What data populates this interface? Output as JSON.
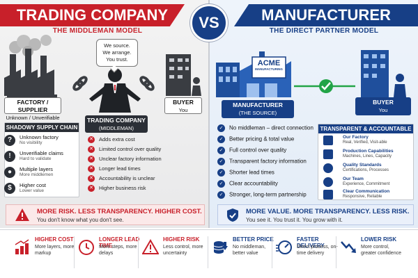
{
  "left": {
    "title": "TRADING COMPANY",
    "subtitle": "THE MIDDLEMAN MODEL",
    "speech": [
      "We source.",
      "We arrange.",
      "You trust."
    ],
    "factory_label": "FACTORY / SUPPLIER",
    "factory_sub": "Unknown / Unverifiable",
    "middleman_label": "TRADING COMPANY",
    "middleman_sub": "(MIDDLEMAN)",
    "buyer_label": "BUYER",
    "buyer_sub": "You",
    "chain_title": "SHADOWY SUPPLY CHAIN",
    "chain": [
      {
        "icon": "question-icon",
        "title": "Unknown factory",
        "sub": "No visibility"
      },
      {
        "icon": "warning-icon",
        "title": "Unverifiable claims",
        "sub": "Hard to validate"
      },
      {
        "icon": "people-icon",
        "title": "Multiple layers",
        "sub": "More middlemen"
      },
      {
        "icon": "dollar-icon",
        "title": "Higher cost",
        "sub": "Lower value"
      }
    ],
    "risks": [
      "Adds extra cost",
      "Limited control over quality",
      "Unclear factory information",
      "Longer lead times",
      "Accountability is unclear",
      "Higher business risk"
    ],
    "alert_title": "MORE RISK. LESS TRANSPARENCY. HIGHER COST.",
    "alert_sub": "You don't know what you don't see."
  },
  "vs": "VS",
  "right": {
    "title": "MANUFACTURER",
    "subtitle": "THE DIRECT PARTNER MODEL",
    "sign_line1": "ACME",
    "sign_line2": "MANUFACTURING",
    "source_label": "MANUFACTURER",
    "source_sub": "(THE SOURCE)",
    "buyer_label": "BUYER",
    "buyer_sub": "You",
    "benefits": [
      "No middleman – direct connection",
      "Better pricing & total value",
      "Full control over quality",
      "Transparent factory information",
      "Shorter lead times",
      "Clear accountability",
      "Stronger, long-term partnership"
    ],
    "ta_title": "TRANSPARENT & ACCOUNTABLE",
    "ta": [
      {
        "icon": "factory-icon",
        "title": "Our Factory",
        "sub": "Real, Verified, Visit-able"
      },
      {
        "icon": "chart-icon",
        "title": "Production Capabilities",
        "sub": "Machines, Lines, Capacity"
      },
      {
        "icon": "certificate-icon",
        "title": "Quality Standards",
        "sub": "Certifications, Processes"
      },
      {
        "icon": "team-icon",
        "title": "Our Team",
        "sub": "Experience, Commitment"
      },
      {
        "icon": "chat-icon",
        "title": "Clear Communication",
        "sub": "Responsive, Reliable"
      }
    ],
    "alert_title": "MORE VALUE. MORE TRANSPARENCY. LESS RISK.",
    "alert_sub": "You see it. You trust it. You grow with it."
  },
  "bottom": [
    {
      "icon": "cost-up-icon",
      "title": "HIGHER COST",
      "sub": "More layers, more markup",
      "color": "#c8202a"
    },
    {
      "icon": "clock-icon",
      "title": "LONGER LEAD TIME",
      "sub": "More steps, more delays",
      "color": "#c8202a"
    },
    {
      "icon": "risk-warning-icon",
      "title": "HIGHER RISK",
      "sub": "Less control, more uncertainty",
      "color": "#c8202a"
    },
    {
      "icon": "coins-icon",
      "title": "BETTER PRICE",
      "sub": "No middleman, better value",
      "color": "#173f86"
    },
    {
      "icon": "speed-icon",
      "title": "FASTER DELIVERY",
      "sub": "Direct process, on-time delivery",
      "color": "#173f86"
    },
    {
      "icon": "risk-down-icon",
      "title": "LOWER RISK",
      "sub": "More control, greater confidence",
      "color": "#173f86"
    }
  ],
  "colors": {
    "red": "#c8202a",
    "navy": "#173f86",
    "green": "#22a447"
  }
}
